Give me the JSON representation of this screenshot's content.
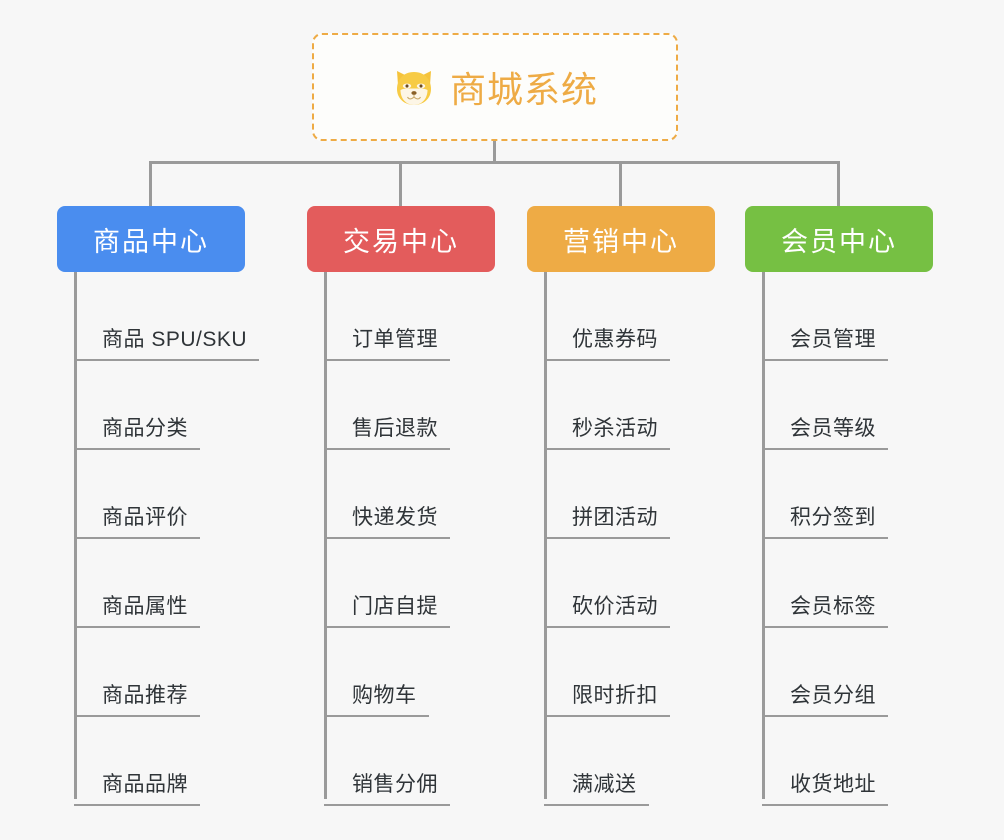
{
  "page": {
    "background_color": "#f7f7f7",
    "line_color": "#9a9a9a",
    "leaf_text_color": "#2f3438"
  },
  "root": {
    "icon": "shiba-dog-face-icon",
    "title": "商城系统",
    "accent_color": "#eeab45",
    "border_style": "dashed"
  },
  "branches": [
    {
      "label": "商品中心",
      "color": "#4a8def",
      "items": [
        "商品 SPU/SKU",
        "商品分类",
        "商品评价",
        "商品属性",
        "商品推荐",
        "商品品牌"
      ]
    },
    {
      "label": "交易中心",
      "color": "#e35c5c",
      "items": [
        "订单管理",
        "售后退款",
        "快递发货",
        "门店自提",
        "购物车",
        "销售分佣"
      ]
    },
    {
      "label": "营销中心",
      "color": "#eeab45",
      "items": [
        "优惠券码",
        "秒杀活动",
        "拼团活动",
        "砍价活动",
        "限时折扣",
        "满减送"
      ]
    },
    {
      "label": "会员中心",
      "color": "#76c043",
      "items": [
        "会员管理",
        "会员等级",
        "积分签到",
        "会员标签",
        "会员分组",
        "收货地址"
      ]
    }
  ]
}
